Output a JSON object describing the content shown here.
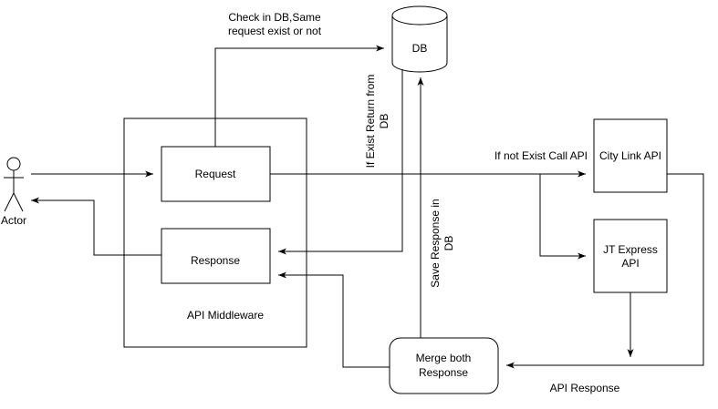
{
  "diagram": {
    "nodes": {
      "actor": "Actor",
      "middleware": "API Middleware",
      "request": "Request",
      "response": "Response",
      "db": "DB",
      "city_link": "City Link API",
      "jt_express": [
        "JT Express",
        "API"
      ],
      "merge": [
        "Merge  both",
        "Response"
      ]
    },
    "edge_labels": {
      "check_db": [
        "Check in DB,Same",
        "request exist or not"
      ],
      "if_exist": [
        "If Exist Return from",
        "DB"
      ],
      "save_response": [
        "Save Response in",
        "DB"
      ],
      "if_not_exist": "If not Exist Call API",
      "api_response": "API Response"
    },
    "colors": {
      "stroke": "#000000",
      "background": "#ffffff"
    }
  }
}
